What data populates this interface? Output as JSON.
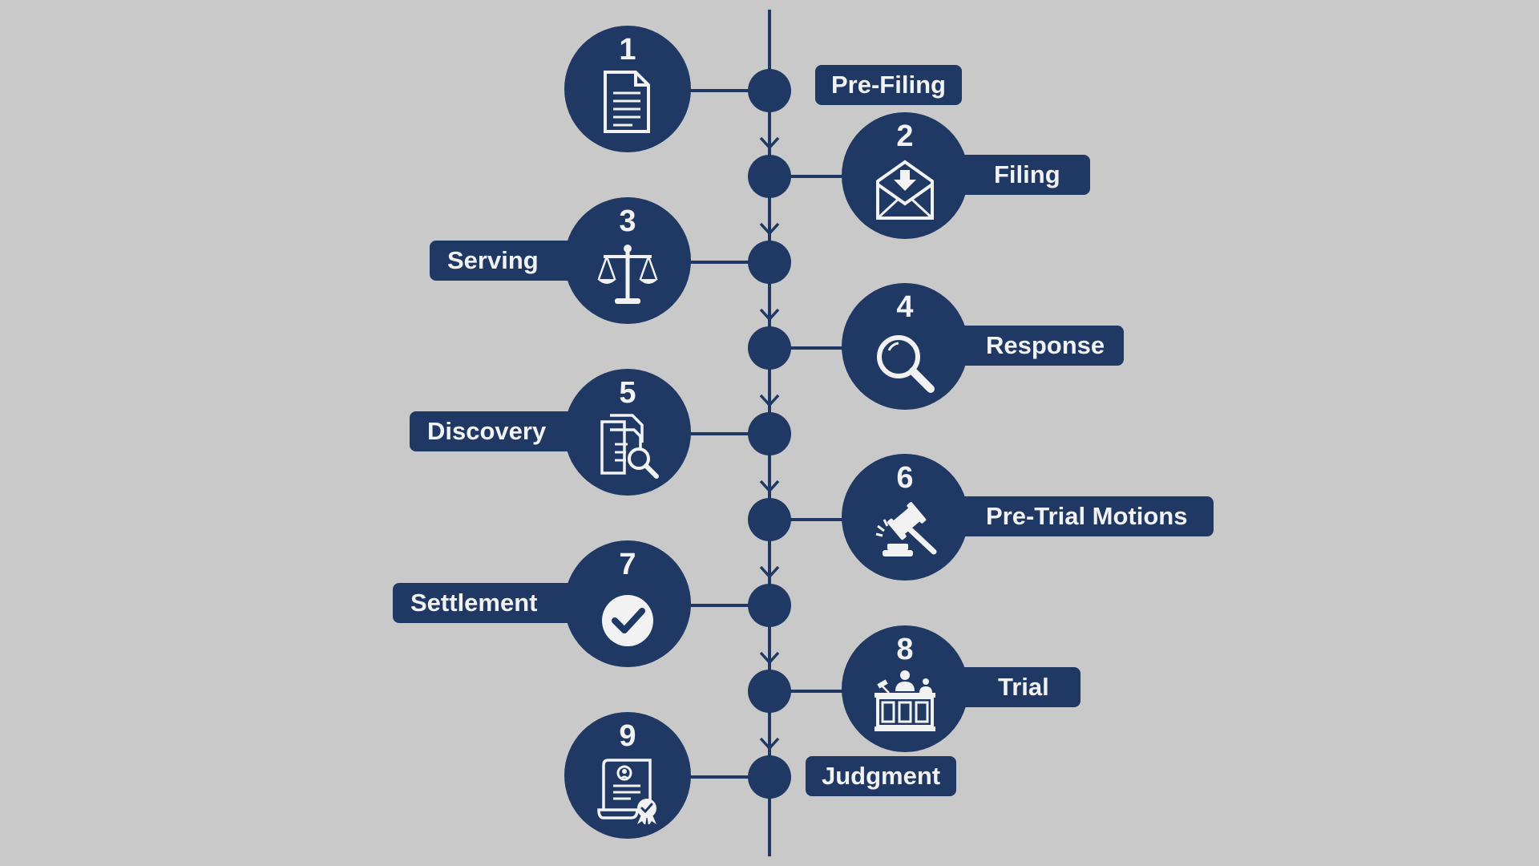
{
  "steps": [
    {
      "number": "1",
      "label": "Pre-Filing",
      "icon": "document-icon"
    },
    {
      "number": "2",
      "label": "Filing",
      "icon": "envelope-download-icon"
    },
    {
      "number": "3",
      "label": "Serving",
      "icon": "scales-of-justice-icon"
    },
    {
      "number": "4",
      "label": "Response",
      "icon": "magnifying-glass-icon"
    },
    {
      "number": "5",
      "label": "Discovery",
      "icon": "document-search-icon"
    },
    {
      "number": "6",
      "label": "Pre-Trial Motions",
      "icon": "gavel-icon"
    },
    {
      "number": "7",
      "label": "Settlement",
      "icon": "checkmark-icon"
    },
    {
      "number": "8",
      "label": "Trial",
      "icon": "courtroom-icon"
    },
    {
      "number": "9",
      "label": "Judgment",
      "icon": "certificate-icon"
    }
  ],
  "colors": {
    "background": "#c9c9c9",
    "navy": "#1f3864",
    "text": "#f2f2f2"
  }
}
